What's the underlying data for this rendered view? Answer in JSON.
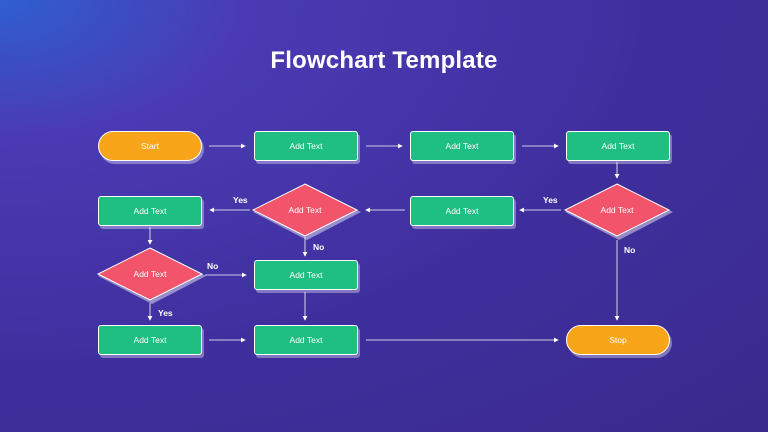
{
  "title": "Flowchart Template",
  "nodes": {
    "start": "Start",
    "p1": "Add Text",
    "p2": "Add Text",
    "p3": "Add Text",
    "d1": "Add Text",
    "p4": "Add Text",
    "d2": "Add Text",
    "p5": "Add Text",
    "d3": "Add Text",
    "p6": "Add Text",
    "p7": "Add Text",
    "p8": "Add Text",
    "stop": "Stop"
  },
  "edge_labels": {
    "d1_yes": "Yes",
    "d1_no": "No",
    "d2_yes": "Yes",
    "d2_no": "No",
    "d3_no": "No",
    "d3_yes": "Yes"
  },
  "colors": {
    "process": "#1fbe82",
    "decision": "#f2546b",
    "terminal": "#f9a51a",
    "connector": "#ffffff"
  }
}
